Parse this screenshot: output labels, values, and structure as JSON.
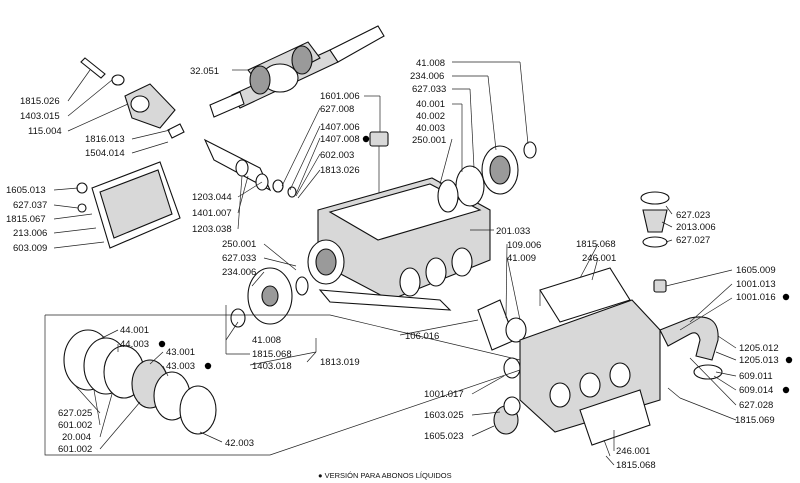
{
  "labels": {
    "l32051": "32.051",
    "l1815026": "1815.026",
    "l1403015": "1403.015",
    "l115004": "115.004",
    "l1816013": "1816.013",
    "l1504014": "1504.014",
    "l1605013": "1605.013",
    "l627037": "627.037",
    "l1815067": "1815.067",
    "l213006": "213.006",
    "l603009": "603.009",
    "l1601006": "1601.006",
    "l627008": "627.008",
    "l1407006": "1407.006",
    "l1407008": "1407.008",
    "l602003": "602.003",
    "l1813026": "1813.026",
    "l1203044": "1203.044",
    "l1401007": "1401.007",
    "l1203038": "1203.038",
    "l250001a": "250.001",
    "l627033a": "627.033",
    "l234006a": "234.006",
    "l41008a": "41.008",
    "l1815068a": "1815.068",
    "l1403018": "1403.018",
    "l1813019": "1813.019",
    "l41008b": "41.008",
    "l234006b": "234.006",
    "l627033b": "627.033",
    "l40001": "40.001",
    "l40002": "40.002",
    "l40003": "40.003",
    "l250001b": "250.001",
    "l201033": "201.033",
    "l109006": "109.006",
    "l41009": "41.009",
    "l106016": "106.016",
    "l1815068b": "1815.068",
    "l246001a": "246.001",
    "l627023": "627.023",
    "l2013006": "2013.006",
    "l627027": "627.027",
    "l1605009": "1605.009",
    "l1001013": "1001.013",
    "l1001016": "1001.016",
    "l1205012": "1205.012",
    "l1205013": "1205.013",
    "l609011": "609.011",
    "l609014": "609.014",
    "l627028": "627.028",
    "l1815069": "1815.069",
    "l44001": "44.001",
    "l44003": "44.003",
    "l43001": "43.001",
    "l43003": "43.003",
    "l627025": "627.025",
    "l601002a": "601.002",
    "l20004": "20.004",
    "l601002b": "601.002",
    "l42003": "42.003",
    "l1001017": "1001.017",
    "l1603025": "1603.025",
    "l1605023": "1605.023",
    "l246001b": "246.001",
    "l1815068c": "1815.068"
  },
  "footnote": "● VERSIÓN PARA ABONOS LÍQUIDOS",
  "colors": {
    "line": "#222222",
    "fill_light": "#d8d8d8",
    "fill_dark": "#9a9a9a"
  }
}
